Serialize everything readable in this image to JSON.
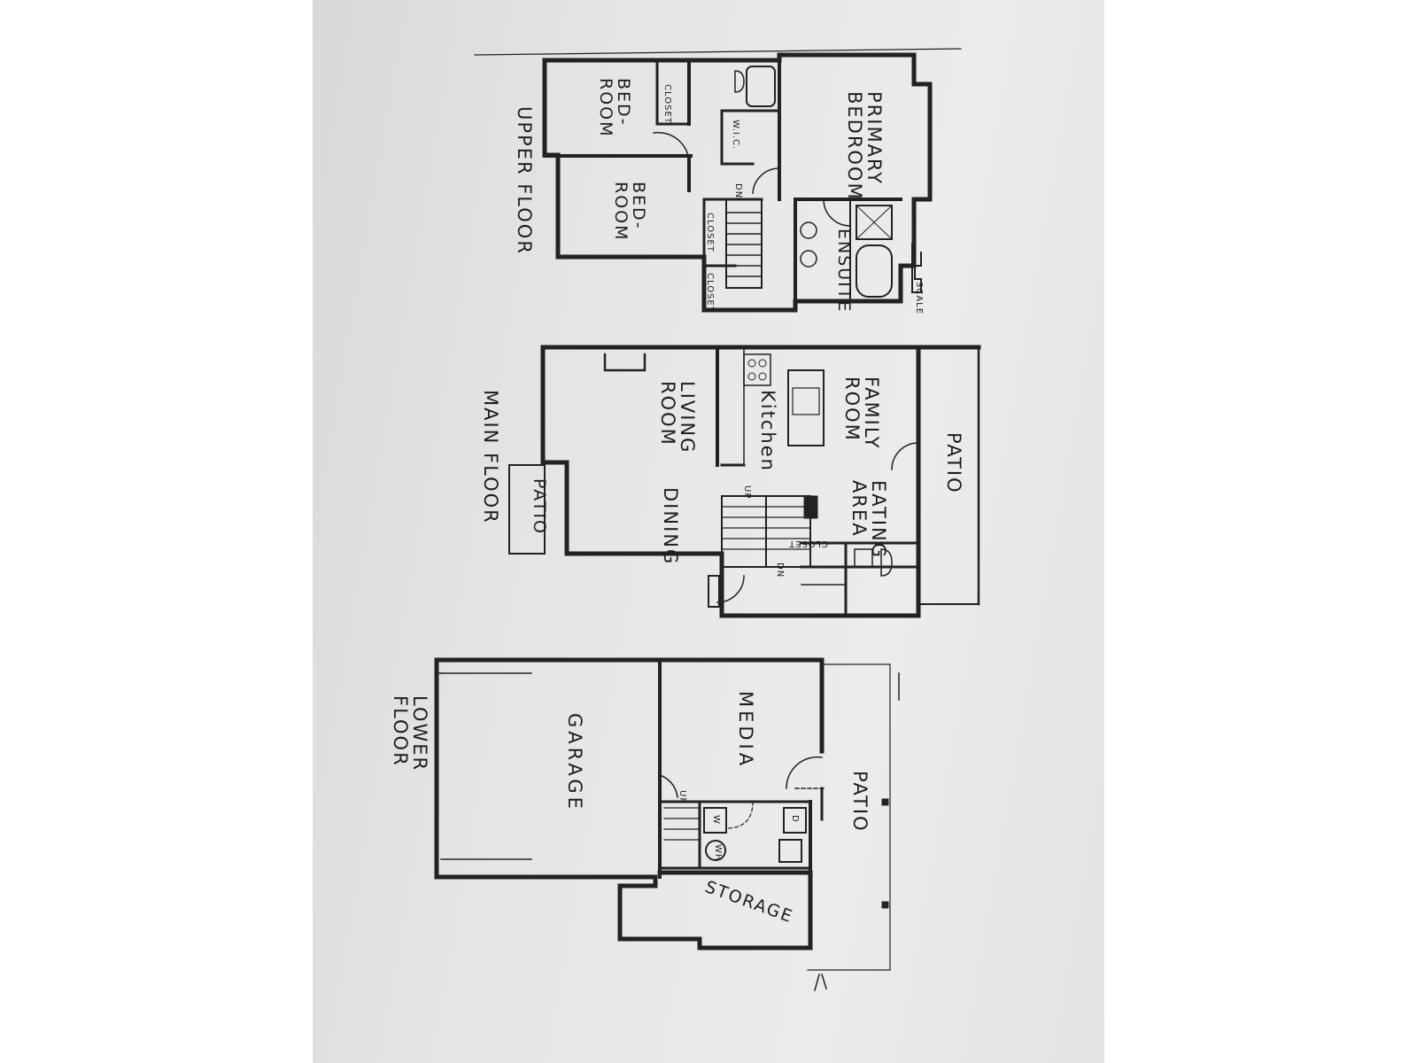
{
  "upper_floor": {
    "title": "UPPER FLOOR",
    "rooms": {
      "bedroom_1": "BED-ROOM",
      "bedroom_2": "BED-ROOM",
      "primary_bedroom": "PRIMARY BEDROOM",
      "ensuite": "ENSUITE",
      "closet_1": "CLOSET",
      "closet_2": "CLOSET",
      "closet_3": "CLOSET",
      "walk_in_closet": "W.I.C.",
      "down_arrow": "DN",
      "scale": "SCALE"
    }
  },
  "main_floor": {
    "title": "MAIN FLOOR",
    "rooms": {
      "living_room": "LIVING ROOM",
      "kitchen": "Kitchen",
      "family_room": "FAMILY ROOM",
      "dining": "DINING",
      "eating_area": "EATING AREA",
      "patio_front": "PATIO",
      "patio_rear": "PATIO",
      "closet": "CLOSET",
      "up_arrow": "UP",
      "down_arrow": "DN"
    }
  },
  "lower_floor": {
    "title": "LOWER FLOOR",
    "rooms": {
      "garage": "GARAGE",
      "media": "MEDIA",
      "storage": "STORAGE",
      "patio": "PATIO",
      "washer": "W",
      "dryer": "D",
      "water_heater": "WH",
      "up_arrow": "UP"
    }
  }
}
